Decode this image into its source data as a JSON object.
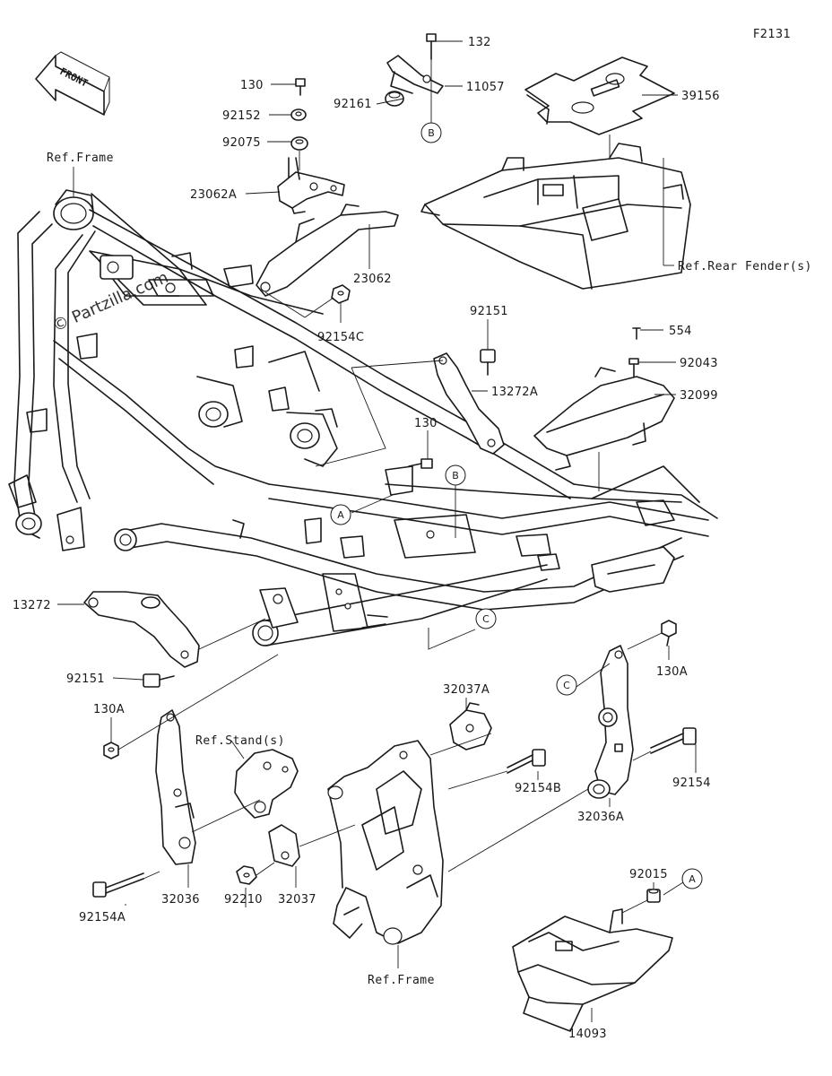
{
  "figure_code": "F2131",
  "watermark": "© Partzilla.com",
  "front_label": "FRONT",
  "refs": {
    "frame_top": "Ref.Frame",
    "frame_bottom": "Ref.Frame",
    "rear_fender": "Ref.Rear Fender(s)",
    "stand": "Ref.Stand(s)"
  },
  "callouts": {
    "a": "A",
    "b": "B",
    "c": "C"
  },
  "parts": {
    "p132": "132",
    "p11057": "11057",
    "p92161": "92161",
    "p39156": "39156",
    "p130_top": "130",
    "p92152": "92152",
    "p92075": "92075",
    "p23062a": "23062A",
    "p23062": "23062",
    "p92154c": "92154C",
    "p92151_top": "92151",
    "p13272a": "13272A",
    "p554": "554",
    "p92043": "92043",
    "p32099": "32099",
    "p130_mid": "130",
    "p13272": "13272",
    "p92151_low": "92151",
    "p130a_left": "130A",
    "p130a_right": "130A",
    "p32037a": "32037A",
    "p92154b": "92154B",
    "p92154": "92154",
    "p32036a": "32036A",
    "p92015": "92015",
    "p14093": "14093",
    "p92154a": "92154A",
    "p32036": "32036",
    "p92210": "92210",
    "p32037": "32037"
  }
}
